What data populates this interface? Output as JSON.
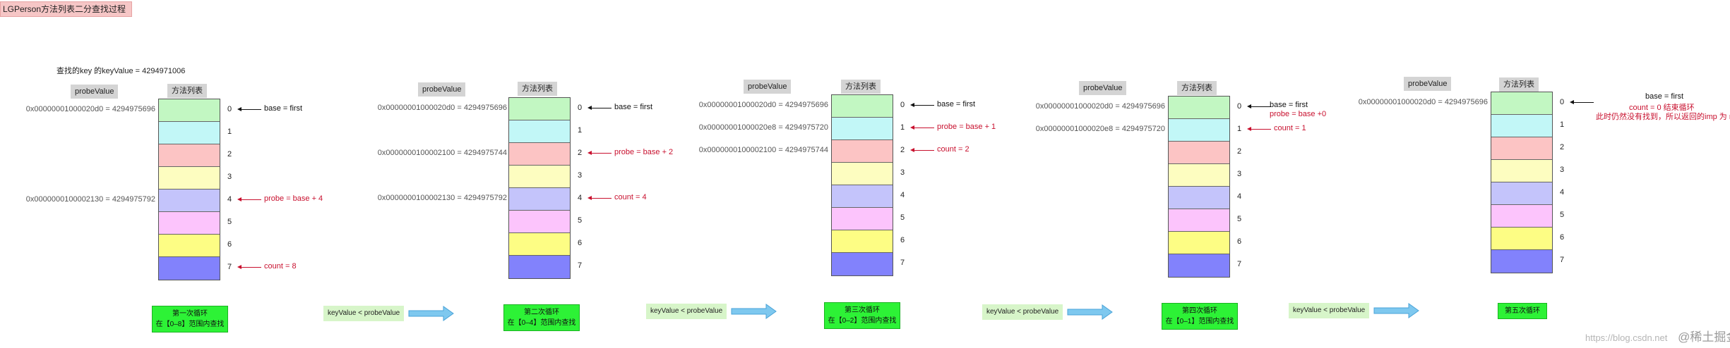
{
  "title": "LGPerson方法列表二分查找过程",
  "search_key": "查找的key 的keyValue = 4294971006",
  "labels": {
    "probe": "probeValue",
    "list": "方法列表"
  },
  "indices": [
    "0",
    "1",
    "2",
    "3",
    "4",
    "5",
    "6",
    "7"
  ],
  "colors": [
    "#c2f7c2",
    "#c2f7f7",
    "#fcc4c4",
    "#fdfdc0",
    "#c4c4fb",
    "#fcc4fc",
    "#fdfd84",
    "#8282fc"
  ],
  "stages": [
    {
      "addresses": [
        {
          "text": "0x0000000100002060d0 = 4294975696",
          "row": 0
        },
        {
          "text": "0x000000010000213 0 = 4294975792",
          "row": 4
        }
      ],
      "notes": [
        {
          "row": 0,
          "color": "black",
          "lines": [
            "base = first"
          ]
        },
        {
          "row": 4,
          "color": "red",
          "lines": [
            "probe = base + 4"
          ]
        },
        {
          "row": 7,
          "color": "red",
          "lines": [
            "count = 8"
          ]
        }
      ],
      "loop": [
        "第一次循环",
        "在【0–8】范围内查找"
      ]
    },
    {
      "addresses": [
        {
          "text": "0x0000000100002060d0 = 4294975696",
          "row": 0
        },
        {
          "text": "0x0000000100002100 = 4294975744",
          "row": 2
        },
        {
          "text": "0x000000010000213 0 = 4294975792",
          "row": 4
        }
      ],
      "notes": [
        {
          "row": 0,
          "color": "black",
          "lines": [
            "base = first"
          ]
        },
        {
          "row": 2,
          "color": "red",
          "lines": [
            "probe = base + 2"
          ]
        },
        {
          "row": 4,
          "color": "red",
          "lines": [
            "count = 4"
          ]
        }
      ],
      "loop": [
        "第二次循环",
        "在【0–4】范围内查找"
      ]
    },
    {
      "addresses": [
        {
          "text": "0x0000000100002060d0 = 4294975696",
          "row": 0
        },
        {
          "text": "0x00000001000020e8 = 4294975720",
          "row": 1
        },
        {
          "text": "0x0000000100002100 = 4294975744",
          "row": 2
        }
      ],
      "notes": [
        {
          "row": 0,
          "color": "black",
          "lines": [
            "base = first"
          ]
        },
        {
          "row": 1,
          "color": "red",
          "lines": [
            "probe = base + 1"
          ]
        },
        {
          "row": 2,
          "color": "red",
          "lines": [
            "count = 2"
          ]
        }
      ],
      "loop": [
        "第三次循环",
        "在【0–2】范围内查找"
      ]
    },
    {
      "addresses": [
        {
          "text": "0x0000000100002060d0 = 4294975696",
          "row": 0
        },
        {
          "text": "0x00000001000020e8 = 4294975720",
          "row": 1
        }
      ],
      "notes": [
        {
          "row": 0,
          "color": "mixed",
          "lines": [
            "base = first",
            "probe = base +0"
          ]
        },
        {
          "row": 1,
          "color": "red",
          "lines": [
            "count = 1"
          ]
        }
      ],
      "loop": [
        "第四次循环",
        "在【0–1】范围内查找"
      ]
    },
    {
      "addresses": [
        {
          "text": "0x0000000100002060d0 = 4294975696",
          "row": 0
        }
      ],
      "notes": [
        {
          "row": 0,
          "color": "mixed",
          "lines": [
            "base = first",
            "count = 0 结束循环",
            "此时仍然没有找到，所以返回的imp 为 nil"
          ]
        }
      ],
      "loop": [
        "第五次循环"
      ]
    }
  ],
  "comparisons": [
    "keyValue < probeValue",
    "keyValue < probeValue",
    "keyValue < probeValue",
    "keyValue < probeValue"
  ],
  "watermark": {
    "left": "https://blog.csdn.net",
    "right": "@稀土掘金技术社区"
  }
}
